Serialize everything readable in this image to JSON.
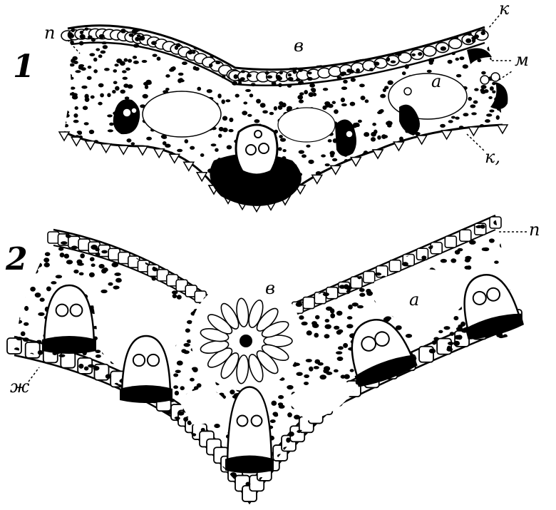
{
  "figure": {
    "panel_1": {
      "number": "1",
      "labels": {
        "p": "п",
        "v": "в",
        "k": "к",
        "m": "м",
        "a": "а",
        "k1": "к,"
      }
    },
    "panel_2": {
      "number": "2",
      "labels": {
        "p": "п",
        "v": "в",
        "a": "а",
        "zh": "ж"
      }
    }
  },
  "colors": {
    "ink": "#000000",
    "paper": "#ffffff"
  }
}
